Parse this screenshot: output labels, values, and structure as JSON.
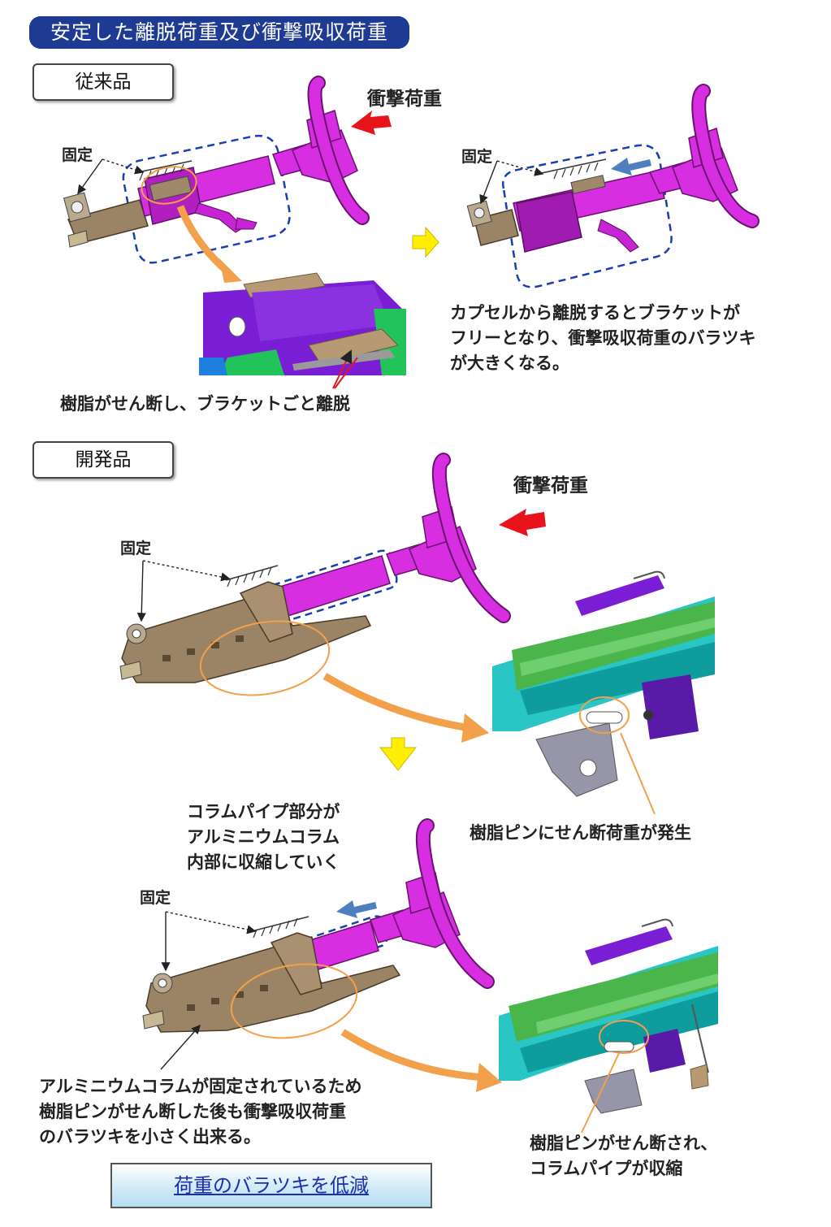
{
  "title": "安定した離脱荷重及び衝撃吸収荷重",
  "conventional": {
    "label": "従来品",
    "impact_load": "衝撃荷重",
    "fixed_left": "固定",
    "fixed_right": "固定",
    "caption_right": "カプセルから離脱するとブラケットが\nフリーとなり、衝撃吸収荷重のバラツキ\nが大きくなる。",
    "caption_bottom": "樹脂がせん断し、ブラケットごと離脱"
  },
  "developed": {
    "label": "開発品",
    "impact_load": "衝撃荷重",
    "fixed_top": "固定",
    "fixed_bottom": "固定",
    "pin_shear_load": "樹脂ピンにせん断荷重が発生",
    "contract_text": "コラムパイプ部分が\nアルミニウムコラム\n内部に収縮していく",
    "aluminum_text": "アルミニウムコラムが固定されているため\n樹脂ピンがせん断した後も衝撃吸収荷重\nのバラツキを小さく出来る。",
    "pin_sheared": "樹脂ピンがせん断され、\nコラムパイプが収縮",
    "result": "荷重のバラツキを低減"
  },
  "colors": {
    "title_bg": "#1f3a93",
    "steering_magenta": "#d62ee0",
    "impact_arrow": "#e8141c",
    "flow_arrow": "#f2a04a",
    "step_arrow": "#ffee00",
    "contract_arrow": "#4f7fc0",
    "dashed_box": "#1a3fb0",
    "bracket_bronze": "#9b8466",
    "detail_purple": "#7a1ed6",
    "detail_green": "#22c35a",
    "detail_teal": "#1fbfbf"
  }
}
